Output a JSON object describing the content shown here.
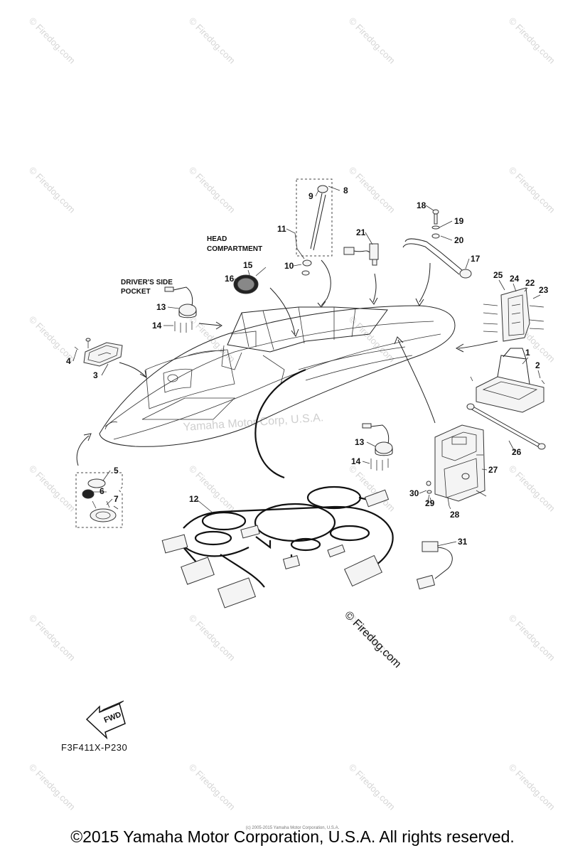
{
  "watermark": {
    "text": "Firedog.com",
    "symbol": "©"
  },
  "center_watermark": "Yamaha Motor Corp, U.S.A.",
  "firedog_stamp": "© Firedog.com",
  "captions": {
    "head_compartment_line1": "HEAD",
    "head_compartment_line2": "COMPARTMENT",
    "drivers_pocket_line1": "DRIVER'S SIDE",
    "drivers_pocket_line2": "POCKET"
  },
  "fwd_label": "FWD",
  "diagram_code": "F3F411X-P230",
  "small_note": "(c) 2005-2015 Yamaha Motor Corporation, U.S.A.",
  "copyright": "©2015 Yamaha Motor Corporation, U.S.A. All rights reserved.",
  "callouts": [
    "1",
    "2",
    "3",
    "4",
    "5",
    "6",
    "7",
    "8",
    "9",
    "10",
    "11",
    "12",
    "13",
    "14",
    "15",
    "16",
    "17",
    "18",
    "19",
    "20",
    "21",
    "22",
    "23",
    "24",
    "25",
    "26",
    "27",
    "28",
    "29",
    "30",
    "31",
    "13",
    "14"
  ]
}
